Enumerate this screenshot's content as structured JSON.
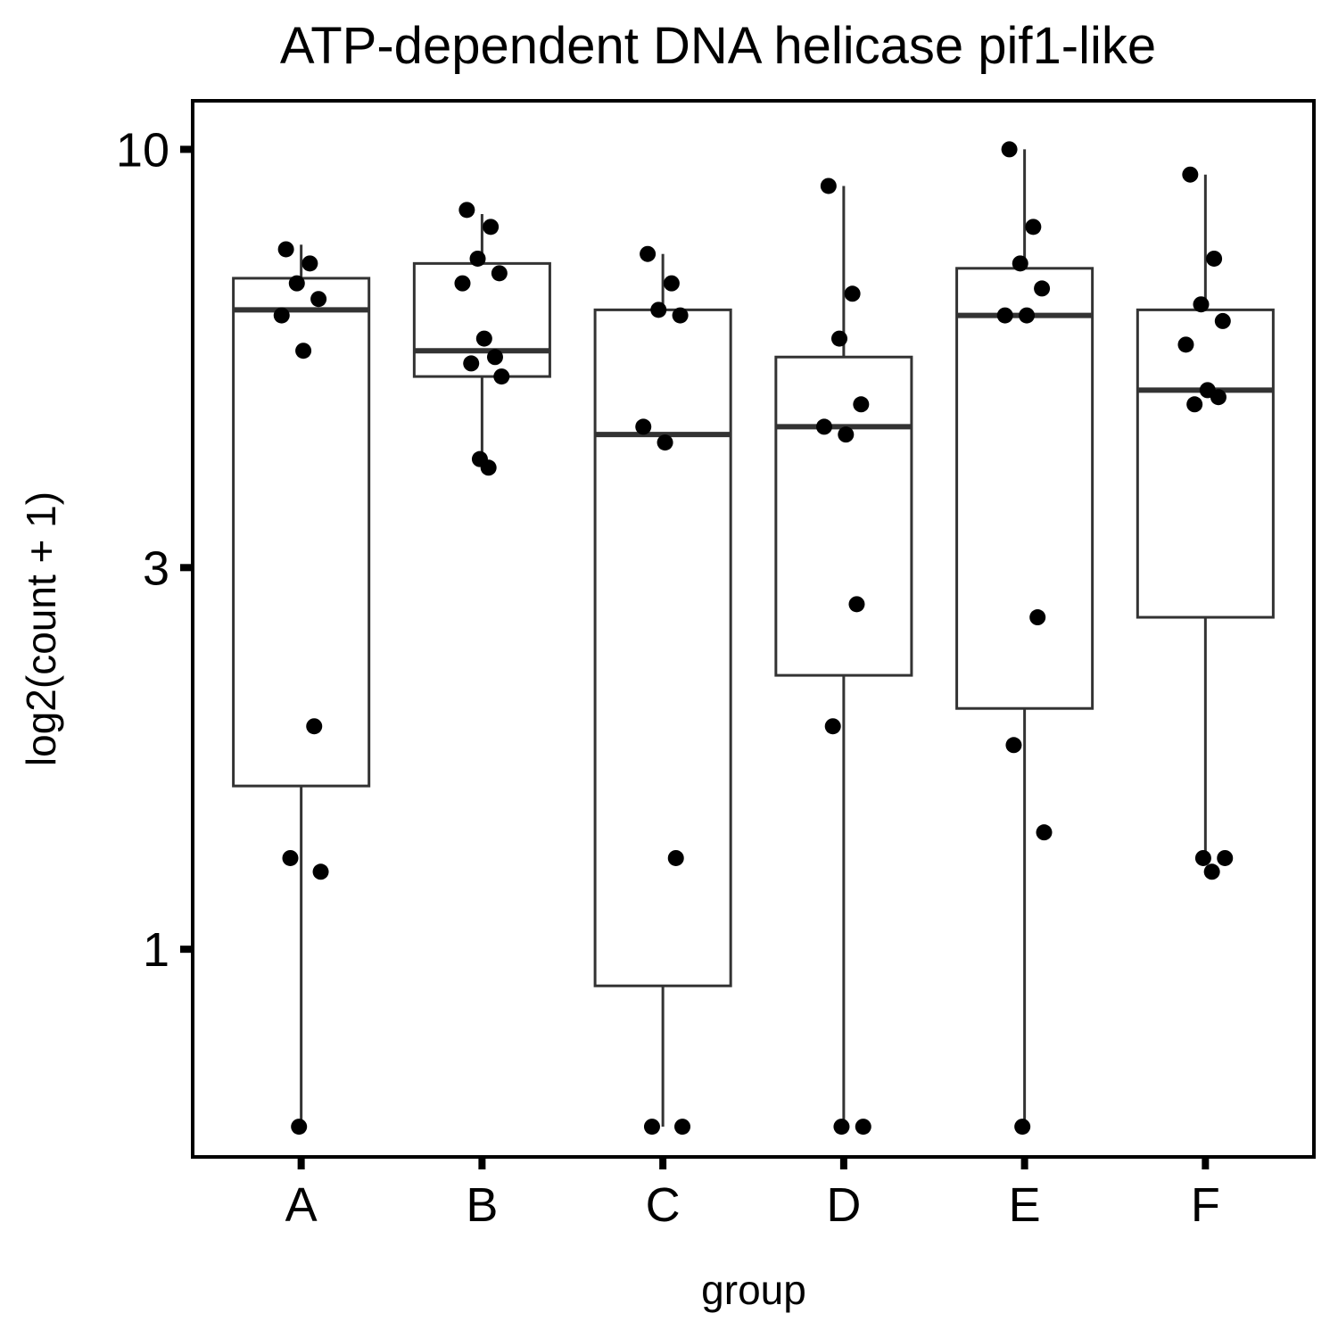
{
  "chart_data": {
    "type": "boxplot",
    "title": "ATP-dependent DNA helicase pif1-like",
    "xlabel": "group",
    "ylabel": "log2(count + 1)",
    "y_scale": "log",
    "ylim": [
      0.55,
      11.5
    ],
    "y_ticks": [
      1,
      3,
      10
    ],
    "y_tick_labels": [
      "1",
      "3",
      "10"
    ],
    "grid": false,
    "categories": [
      "A",
      "B",
      "C",
      "D",
      "E",
      "F"
    ],
    "boxes": [
      {
        "group": "A",
        "lower_whisker": 0.6,
        "q1": 1.6,
        "median": 6.3,
        "q3": 6.9,
        "upper_whisker": 7.6
      },
      {
        "group": "B",
        "lower_whisker": 4.1,
        "q1": 5.2,
        "median": 5.6,
        "q3": 7.2,
        "upper_whisker": 8.3
      },
      {
        "group": "C",
        "lower_whisker": 0.6,
        "q1": 0.9,
        "median": 4.4,
        "q3": 6.3,
        "upper_whisker": 7.4
      },
      {
        "group": "D",
        "lower_whisker": 0.6,
        "q1": 2.2,
        "median": 4.5,
        "q3": 5.5,
        "upper_whisker": 9.0
      },
      {
        "group": "E",
        "lower_whisker": 0.6,
        "q1": 2.0,
        "median": 6.2,
        "q3": 7.1,
        "upper_whisker": 10.0
      },
      {
        "group": "F",
        "lower_whisker": 1.3,
        "q1": 2.6,
        "median": 5.0,
        "q3": 6.3,
        "upper_whisker": 9.3
      }
    ],
    "points": [
      {
        "group": "A",
        "values": [
          7.5,
          7.2,
          6.8,
          6.5,
          6.2,
          5.6,
          1.9,
          1.3,
          1.25,
          0.6
        ]
      },
      {
        "group": "B",
        "values": [
          8.4,
          8.0,
          7.3,
          7.0,
          6.8,
          5.8,
          5.5,
          5.4,
          5.2,
          4.1,
          4.0
        ]
      },
      {
        "group": "C",
        "values": [
          7.4,
          6.8,
          6.3,
          6.2,
          4.5,
          4.3,
          1.3,
          0.6,
          0.6
        ]
      },
      {
        "group": "D",
        "values": [
          9.0,
          6.6,
          5.8,
          4.8,
          4.5,
          4.4,
          2.7,
          1.9,
          0.6,
          0.6
        ]
      },
      {
        "group": "E",
        "values": [
          10.0,
          8.0,
          7.2,
          6.7,
          6.2,
          6.2,
          2.6,
          1.8,
          1.4,
          0.6
        ]
      },
      {
        "group": "F",
        "values": [
          9.3,
          7.3,
          6.4,
          6.1,
          5.7,
          5.0,
          4.9,
          4.8,
          1.3,
          1.3,
          1.25
        ]
      }
    ]
  }
}
